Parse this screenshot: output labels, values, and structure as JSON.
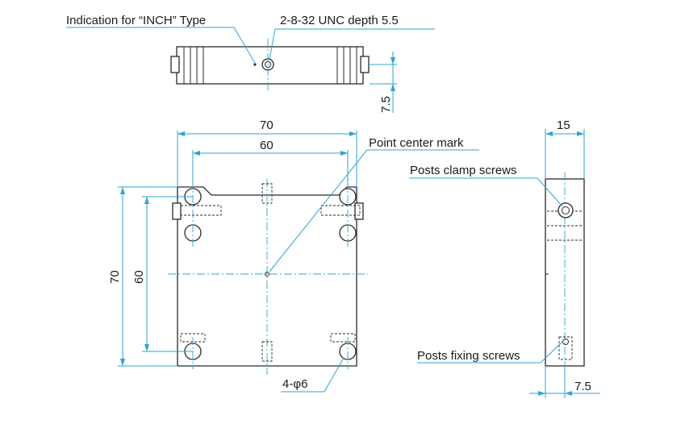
{
  "labels": {
    "inch_indication": "Indication for “INCH” Type",
    "tap_hole": "2-8-32 UNC depth 5.5",
    "point_center_mark": "Point center mark",
    "posts_clamp_screws": "Posts clamp screws",
    "posts_fixing_screws": "Posts fixing screws",
    "hole_count": "4-φ6"
  },
  "dimensions": {
    "top_height": "7.5",
    "front_width_outer": "70",
    "front_width_inner": "60",
    "front_height_outer": "70",
    "front_height_inner": "60",
    "side_thickness": "15",
    "side_offset": "7.5"
  },
  "colors": {
    "dimension_line": "#2aa6d6",
    "outline": "#2a2a2a",
    "text": "#1a1a1a"
  }
}
